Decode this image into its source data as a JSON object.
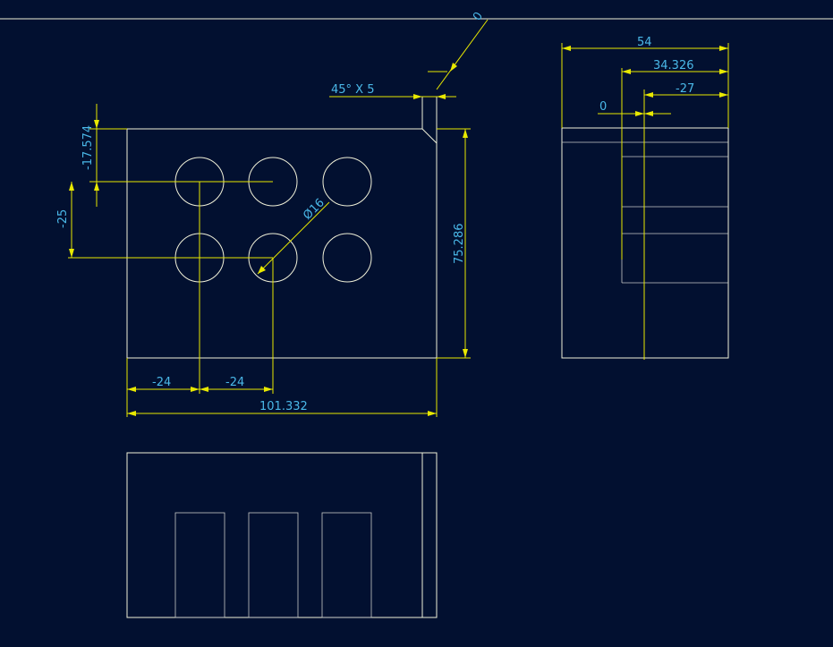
{
  "drawing": {
    "front_view": {
      "chamfer_label": "45° X 5",
      "hole_diameter": "Ø16",
      "dim_hole_offset_y": "-17.574",
      "dim_hole_pitch_y": "-25",
      "dim_height": "75.286",
      "dim_pitch_x1": "-24",
      "dim_pitch_x2": "-24",
      "dim_width": "101.332"
    },
    "side_view": {
      "dim_total": "54",
      "dim_mid": "34.326",
      "dim_inner": "-27",
      "dim_zero": "0"
    },
    "top_marker": {
      "label": "0"
    },
    "colors": {
      "background": "#021030",
      "geometry": "#f0f0d8",
      "dimension": "#e8e800",
      "text": "#4ab8e8"
    }
  }
}
